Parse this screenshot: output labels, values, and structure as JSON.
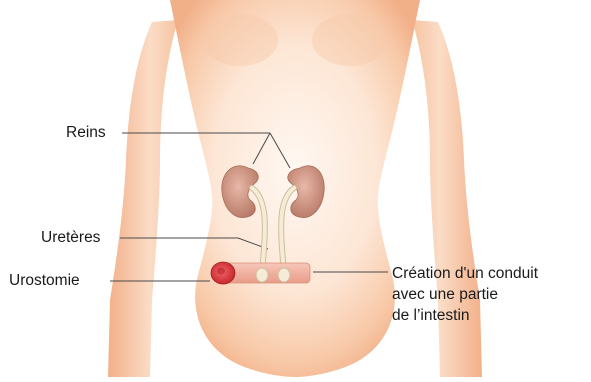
{
  "labels": {
    "kidneys": "Reins",
    "ureters": "Uretères",
    "urostomy": "Urostomie",
    "conduit_line1": "Création d'un conduit",
    "conduit_line2": "avec une partie",
    "conduit_line3": "de l’intestin"
  },
  "colors": {
    "skin_edge": "#f4b994",
    "skin_mid": "#fbdcc6",
    "skin_center": "#fff5ee",
    "kidney": "#d9a08f",
    "kidney_shadow": "#b97a68",
    "ureter": "#f6ecd6",
    "ureter_edge": "#cbbf9f",
    "conduit": "#f3b3a3",
    "stoma": "#e2474a",
    "leader_line": "#4a4a4a"
  }
}
